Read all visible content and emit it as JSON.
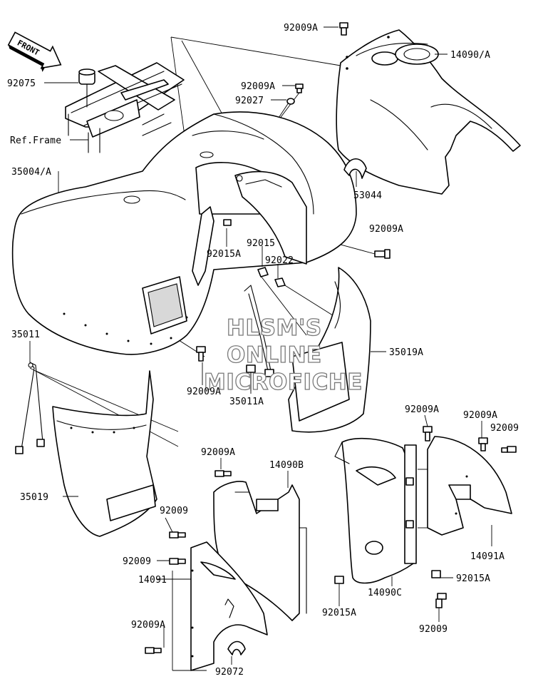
{
  "colors": {
    "line": "#000000",
    "background": "#ffffff",
    "watermark_outline": "#7a7a7a",
    "shading": "#d8d8d8"
  },
  "front_arrow": {
    "label": "FRONT",
    "icon": "front-arrow-icon"
  },
  "watermark": [
    "HLSM'S",
    "ONLINE",
    "MICROFICHE"
  ],
  "labels": {
    "p92009A_top": "92009A",
    "p14090A": "14090/A",
    "p92075": "92075",
    "p92009A_2": "92009A",
    "p92027": "92027",
    "ref_frame": "Ref.Frame",
    "p35004A": "35004/A",
    "p53044": "53044",
    "p92015A_1": "92015A",
    "p92015": "92015",
    "p92009A_3": "92009A",
    "p92022": "92022",
    "p35011": "35011",
    "p35019A": "35019A",
    "p92009A_4": "92009A",
    "p35011A": "35011A",
    "p92009A_5": "92009A",
    "p92009A_6": "92009A",
    "p92009_1": "92009",
    "p92009A_7": "92009A",
    "p14090B": "14090B",
    "p35019": "35019",
    "p92009_2": "92009",
    "p92009_3": "92009",
    "p14091A": "14091A",
    "p92015A_2": "92015A",
    "p14091": "14091",
    "p92015A_3": "92015A",
    "p14090C": "14090C",
    "p92009A_8": "92009A",
    "p92009_4": "92009",
    "p92072": "92072"
  }
}
